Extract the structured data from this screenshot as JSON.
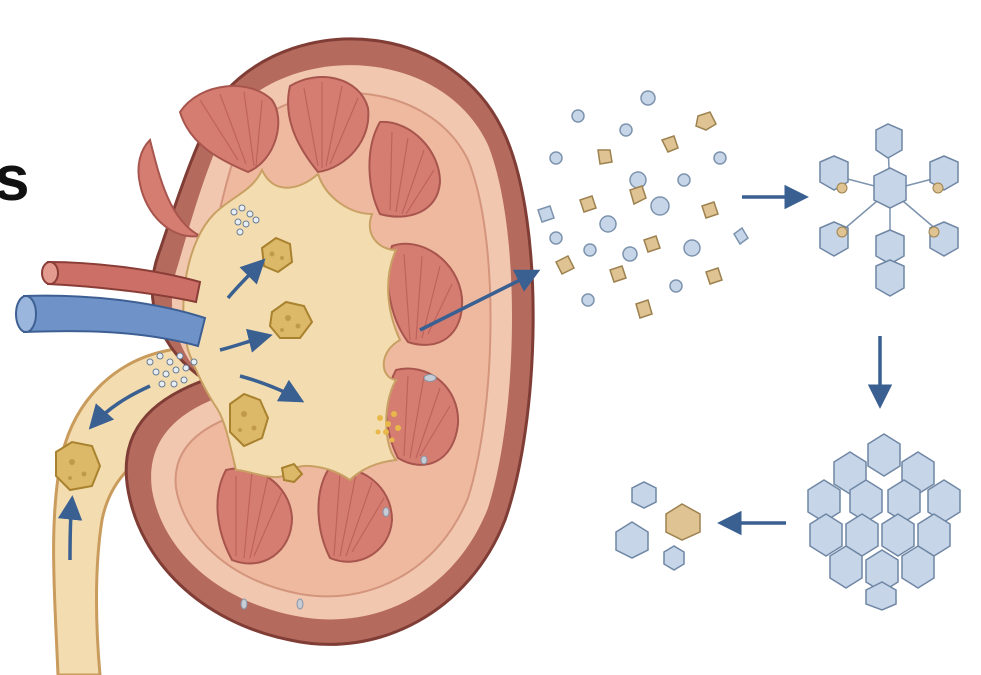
{
  "title_fragment": "s",
  "colors": {
    "kidney_outer": "#b56a5e",
    "kidney_capsule": "#f1c7b0",
    "cortex": "#efb9a0",
    "pyramid": "#d67d72",
    "pyramid_stripe": "#b95d55",
    "pelvis": "#f3ddb0",
    "stone": "#dcb869",
    "stone_dark": "#a9822f",
    "artery": "#cc6f66",
    "vein": "#6f93c8",
    "arrow": "#3a5f91",
    "crystal_blue": "#c6d6e8",
    "crystal_tan": "#dfc393"
  },
  "diagram": {
    "stages": [
      "kidney-with-stones",
      "dispersed-crystals",
      "crystal-aggregation",
      "crystal-cluster",
      "crystal-fragments"
    ],
    "flows": [
      [
        "kidney-with-stones",
        "dispersed-crystals"
      ],
      [
        "dispersed-crystals",
        "crystal-aggregation"
      ],
      [
        "crystal-aggregation",
        "crystal-cluster"
      ],
      [
        "crystal-cluster",
        "crystal-fragments"
      ]
    ]
  }
}
